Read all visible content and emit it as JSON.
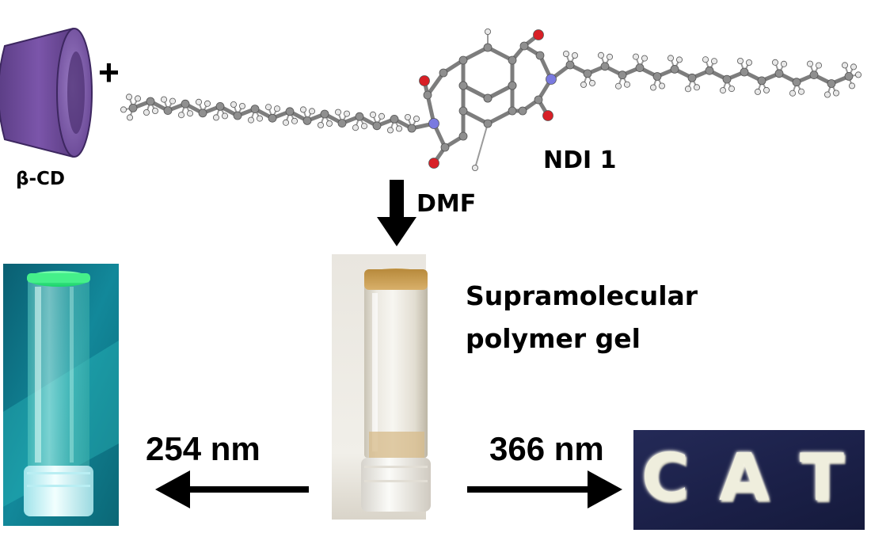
{
  "reactants": {
    "plus": "+",
    "cyclodextrin_label": "β-CD",
    "ndi_label": "NDI 1"
  },
  "solvent_label": "DMF",
  "gel": {
    "line1": "Supramolecular",
    "line2": "polymer gel"
  },
  "irradiation": {
    "left_wavelength": "254 nm",
    "right_wavelength": "366 nm"
  },
  "writing_text": [
    "C",
    "A",
    "T"
  ],
  "colors": {
    "cyclodextrin": "#6e4a9c",
    "carbon": "#8f8f8f",
    "hydrogen": "#e8e8e8",
    "oxygen": "#d81f26",
    "nitrogen": "#7a7ae0",
    "uv_glow": "#39ff7e",
    "writing_background": "#1d2247"
  }
}
